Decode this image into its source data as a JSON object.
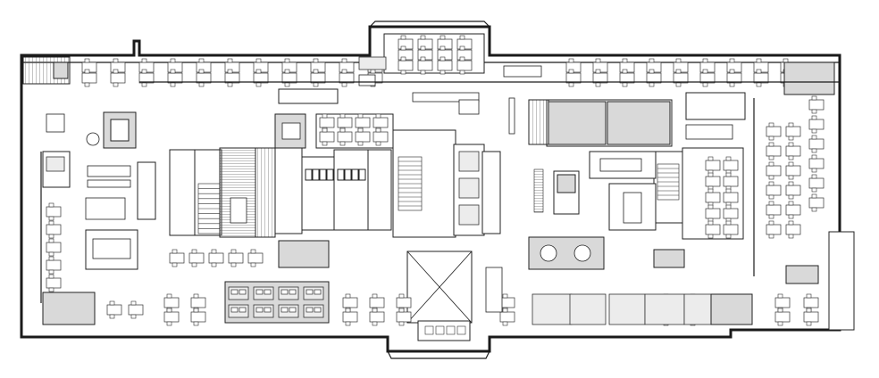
{
  "figure": {
    "description_text": "",
    "colors": {
      "wall": "#1a1a1a",
      "shaded_room": "#d9d9d9",
      "light_shade": "#ececec",
      "background": "#ffffff"
    },
    "counts": {
      "top_workstation_clusters": 20,
      "bottom_workstation_clusters": 18,
      "right_wing_rows": 6,
      "stairwells": 4
    },
    "icons": [
      "floor-plan",
      "stair",
      "atrium-skylight",
      "desk",
      "chair",
      "conference-table"
    ]
  }
}
